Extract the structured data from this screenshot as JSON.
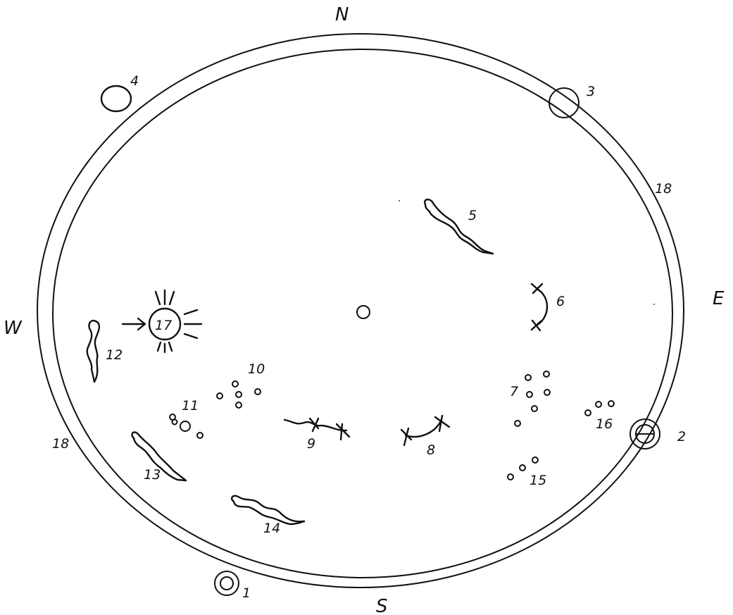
{
  "directions": {
    "north": "N",
    "south": "S",
    "east": "E",
    "west": "W"
  },
  "ring_labels": {
    "northeast": "18",
    "southwest": "18"
  },
  "features": {
    "f1": "1",
    "f2": "2",
    "f3": "3",
    "f4": "4",
    "f5": "5",
    "f6": "6",
    "f7": "7",
    "f8": "8",
    "f9": "9",
    "f10": "10",
    "f11": "11",
    "f12": "12",
    "f13": "13",
    "f14": "14",
    "f15": "15",
    "f16": "16",
    "f17": "17"
  },
  "colors": {
    "ink": "#111111",
    "background": "#ffffff"
  }
}
